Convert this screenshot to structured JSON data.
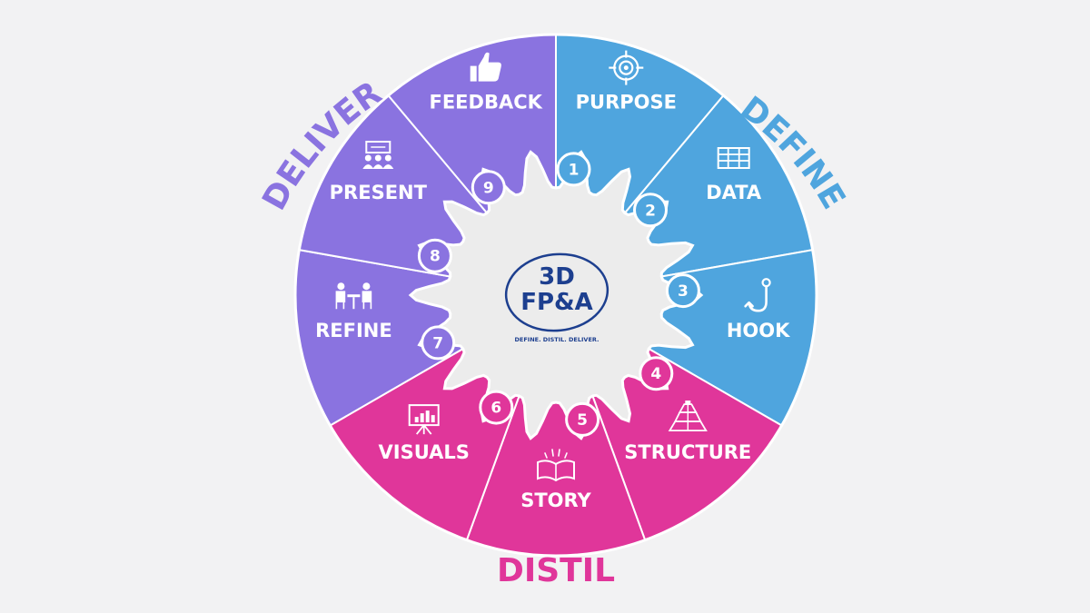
{
  "colors": {
    "define": "#4fa5de",
    "deliver": "#8a73e0",
    "distil": "#e0369a",
    "gear": "#ececec",
    "logo": "#1d3f8f",
    "background": "#f2f2f3"
  },
  "phases": {
    "define": "DEFINE",
    "distil": "DISTIL",
    "deliver": "DELIVER"
  },
  "logo": {
    "line1": "3D",
    "line2": "FP&A",
    "tagline": "DEFINE.  DISTIL.  DELIVER."
  },
  "steps": [
    {
      "number": "1",
      "label": "PURPOSE",
      "icon": "target-icon",
      "phase": "define"
    },
    {
      "number": "2",
      "label": "DATA",
      "icon": "table-grid-icon",
      "phase": "define"
    },
    {
      "number": "3",
      "label": "HOOK",
      "icon": "fish-hook-icon",
      "phase": "define"
    },
    {
      "number": "4",
      "label": "STRUCTURE",
      "icon": "pyramid-icon",
      "phase": "distil"
    },
    {
      "number": "5",
      "label": "STORY",
      "icon": "open-book-icon",
      "phase": "distil"
    },
    {
      "number": "6",
      "label": "VISUALS",
      "icon": "presentation-chart-icon",
      "phase": "distil"
    },
    {
      "number": "7",
      "label": "REFINE",
      "icon": "meeting-table-icon",
      "phase": "deliver"
    },
    {
      "number": "8",
      "label": "PRESENT",
      "icon": "audience-screen-icon",
      "phase": "deliver"
    },
    {
      "number": "9",
      "label": "FEEDBACK",
      "icon": "thumbs-up-icon",
      "phase": "deliver"
    }
  ]
}
